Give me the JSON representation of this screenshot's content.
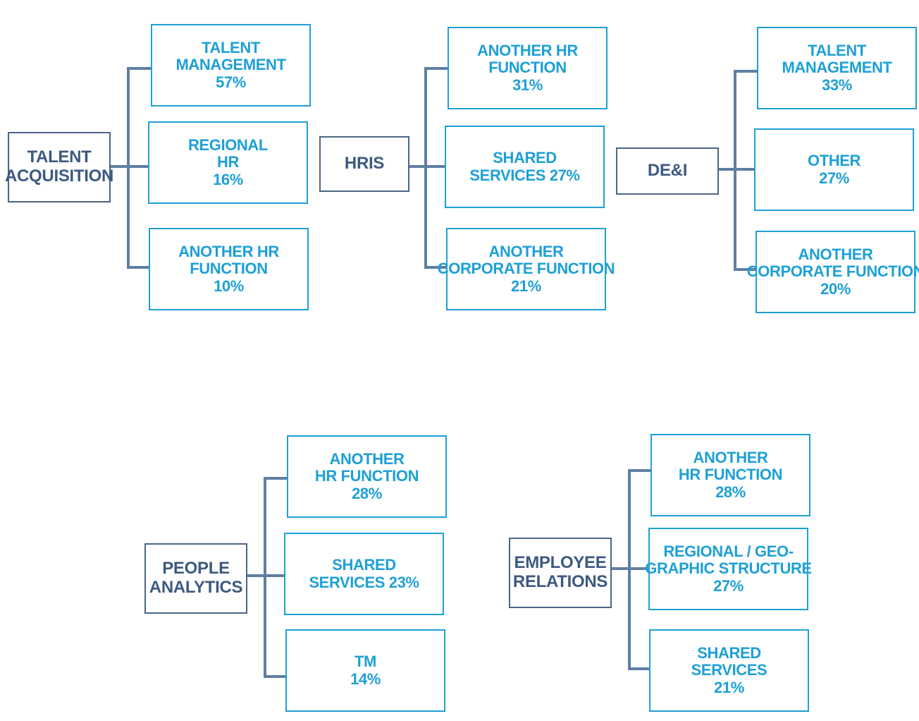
{
  "colors": {
    "parent_border": "#4a6589",
    "parent_text": "#3d5a80",
    "child_border": "#1ea0d6",
    "child_text": "#1ea0d6",
    "connector": "#5f7fa3"
  },
  "groups": [
    {
      "parent": {
        "lines": [
          "TALENT",
          "ACQUISITION"
        ]
      },
      "children": [
        {
          "lines": [
            "TALENT",
            "MANAGEMENT",
            "57%"
          ]
        },
        {
          "lines": [
            "REGIONAL",
            "HR",
            "16%"
          ]
        },
        {
          "lines": [
            "ANOTHER HR",
            "FUNCTION",
            "10%"
          ]
        }
      ]
    },
    {
      "parent": {
        "lines": [
          "HRIS"
        ]
      },
      "children": [
        {
          "lines": [
            "ANOTHER HR",
            "FUNCTION",
            "31%"
          ]
        },
        {
          "lines": [
            "SHARED",
            "SERVICES 27%"
          ]
        },
        {
          "lines": [
            "ANOTHER",
            "CORPORATE FUNCTION",
            "21%"
          ]
        }
      ]
    },
    {
      "parent": {
        "lines": [
          "DE&I"
        ]
      },
      "children": [
        {
          "lines": [
            "TALENT",
            "MANAGEMENT",
            "33%"
          ]
        },
        {
          "lines": [
            "OTHER",
            "27%"
          ]
        },
        {
          "lines": [
            "ANOTHER",
            "CORPORATE FUNCTION",
            "20%"
          ]
        }
      ]
    },
    {
      "parent": {
        "lines": [
          "PEOPLE",
          "ANALYTICS"
        ]
      },
      "children": [
        {
          "lines": [
            "ANOTHER",
            "HR FUNCTION",
            "28%"
          ]
        },
        {
          "lines": [
            "SHARED",
            "SERVICES 23%"
          ]
        },
        {
          "lines": [
            "TM",
            "14%"
          ]
        }
      ]
    },
    {
      "parent": {
        "lines": [
          "EMPLOYEE",
          "RELATIONS"
        ]
      },
      "children": [
        {
          "lines": [
            "ANOTHER",
            "HR FUNCTION",
            "28%"
          ]
        },
        {
          "lines": [
            "REGIONAL / GEO-",
            "GRAPHIC STRUCTURE",
            "27%"
          ]
        },
        {
          "lines": [
            "SHARED",
            "SERVICES",
            "21%"
          ]
        }
      ]
    }
  ]
}
